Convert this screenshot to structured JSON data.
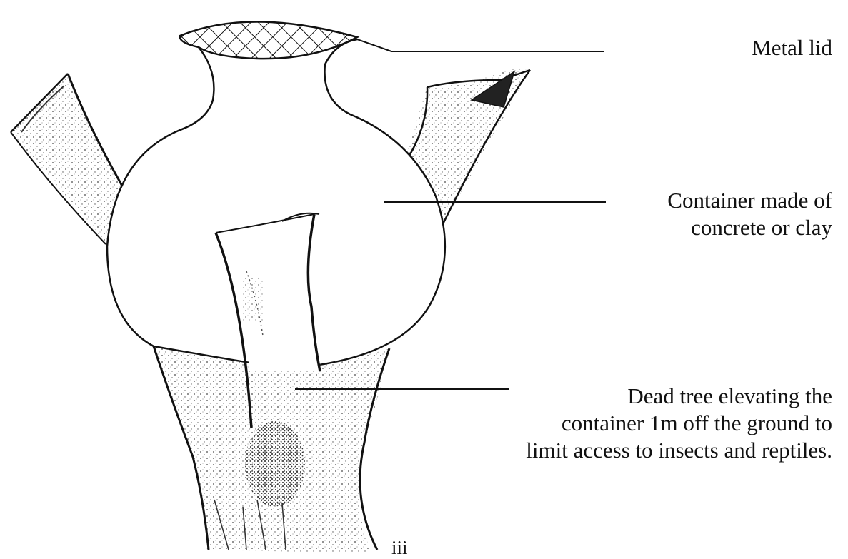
{
  "diagram": {
    "labels": {
      "lid": "Metal lid",
      "container_line1": "Container made of",
      "container_line2": "concrete or clay",
      "tree_line1": "Dead tree elevating the",
      "tree_line2": "container 1m off the ground to",
      "tree_line3": "limit access to insects and reptiles."
    },
    "figure_number": "iii"
  }
}
